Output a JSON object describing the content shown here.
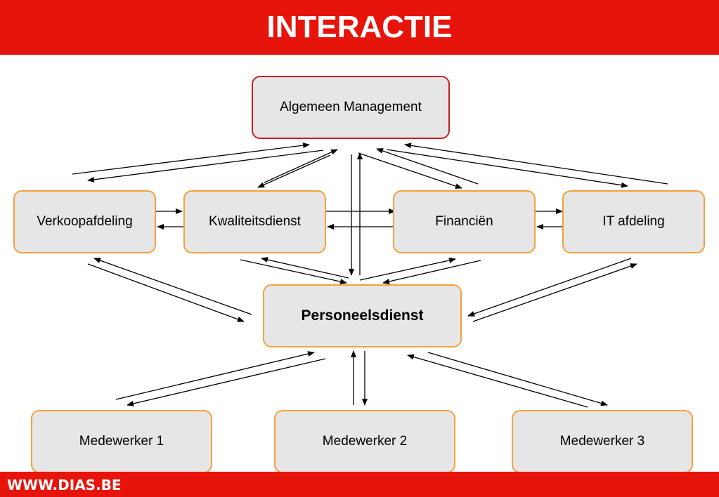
{
  "header": {
    "title": "INTERACTIE"
  },
  "footer": {
    "url": "WWW.DIAS.BE"
  },
  "colors": {
    "brand_red": "#e6140a",
    "box_fill": "#e6e6e6",
    "box_border": "#f4a13b",
    "top_box_border": "#cc1e1e"
  },
  "nodes": {
    "management": "Algemeen Management",
    "sales": "Verkoopafdeling",
    "quality": "Kwaliteitsdienst",
    "finance": "Financiën",
    "it": "IT afdeling",
    "hr": "Personeelsdienst",
    "employee1": "Medewerker 1",
    "employee2": "Medewerker 2",
    "employee3": "Medewerker 3"
  }
}
